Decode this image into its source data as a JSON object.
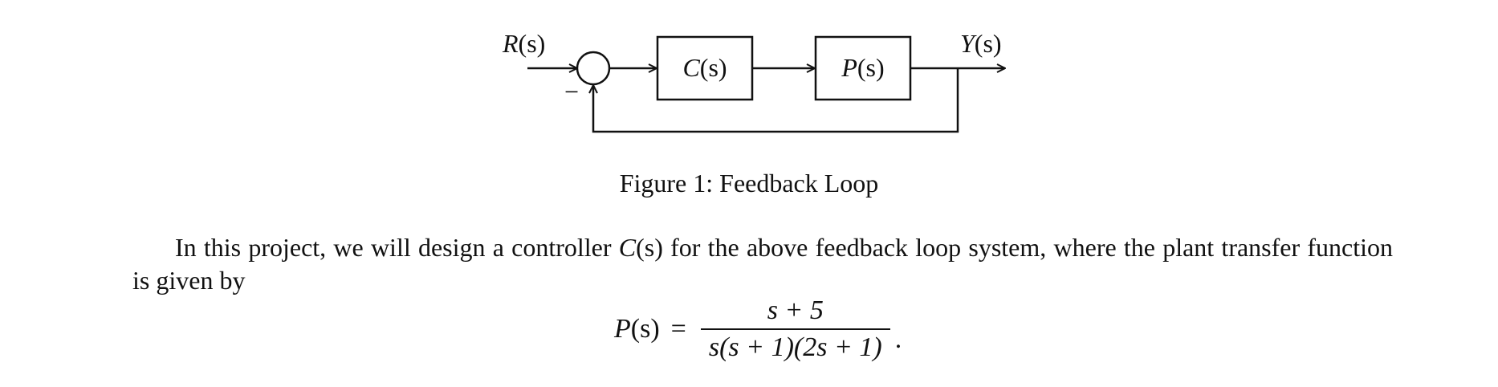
{
  "diagram": {
    "input_label": {
      "name": "R",
      "arg": "(s)"
    },
    "output_label": {
      "name": "Y",
      "arg": "(s)"
    },
    "summing_junction_sign": "−",
    "controller_block": {
      "name": "C",
      "arg": "(s)"
    },
    "plant_block": {
      "name": "P",
      "arg": "(s)"
    }
  },
  "caption": "Figure 1: Feedback Loop",
  "paragraph": {
    "text_before": "In this project, we will design a controller ",
    "math_name": "C",
    "math_arg": "(s)",
    "text_after": " for the above feedback loop system, where the plant transfer function is given by"
  },
  "equation": {
    "lhs_name": "P",
    "lhs_arg": "(s)",
    "operator": "=",
    "numerator": "s + 5",
    "denominator": "s(s + 1)(2s + 1)",
    "trailing": "."
  }
}
